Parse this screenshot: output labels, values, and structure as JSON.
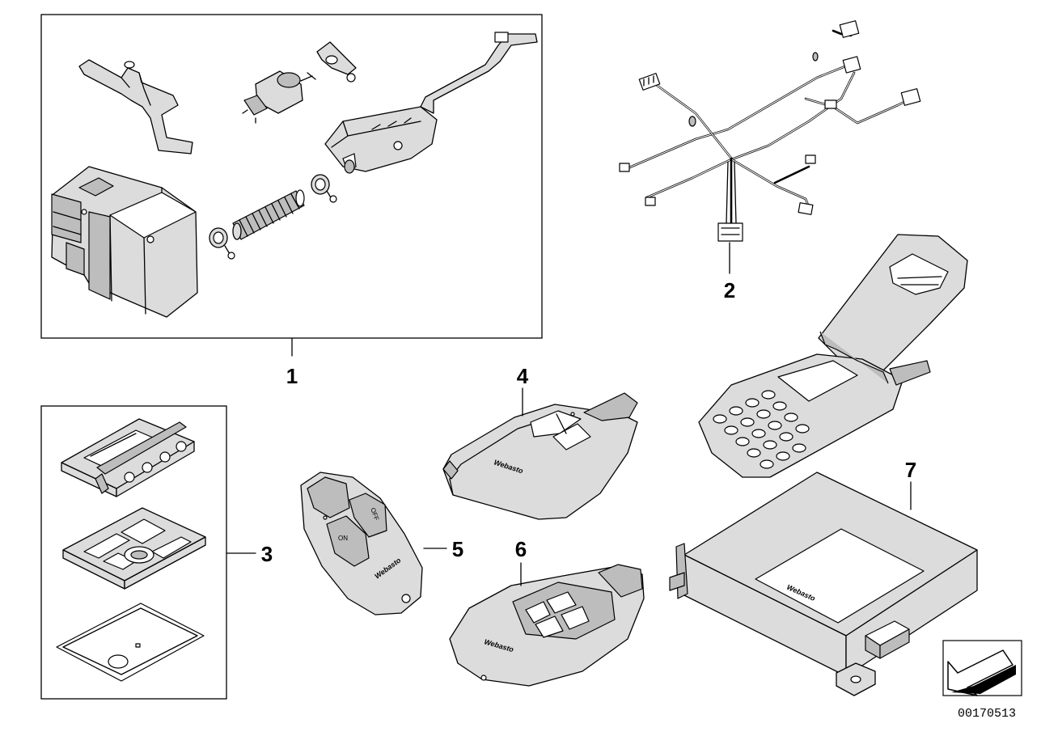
{
  "callouts": {
    "part_1": "1",
    "part_2": "2",
    "part_3": "3",
    "part_4": "4",
    "part_5": "5",
    "part_6": "6",
    "part_7": "7"
  },
  "document_number": "00170513",
  "remote_5": {
    "button_on": "ON",
    "button_off": "OFF"
  },
  "colors": {
    "line": "#000000",
    "shade": "#dcdcdc",
    "dark_shade": "#bdbdbd",
    "background": "#ffffff"
  }
}
